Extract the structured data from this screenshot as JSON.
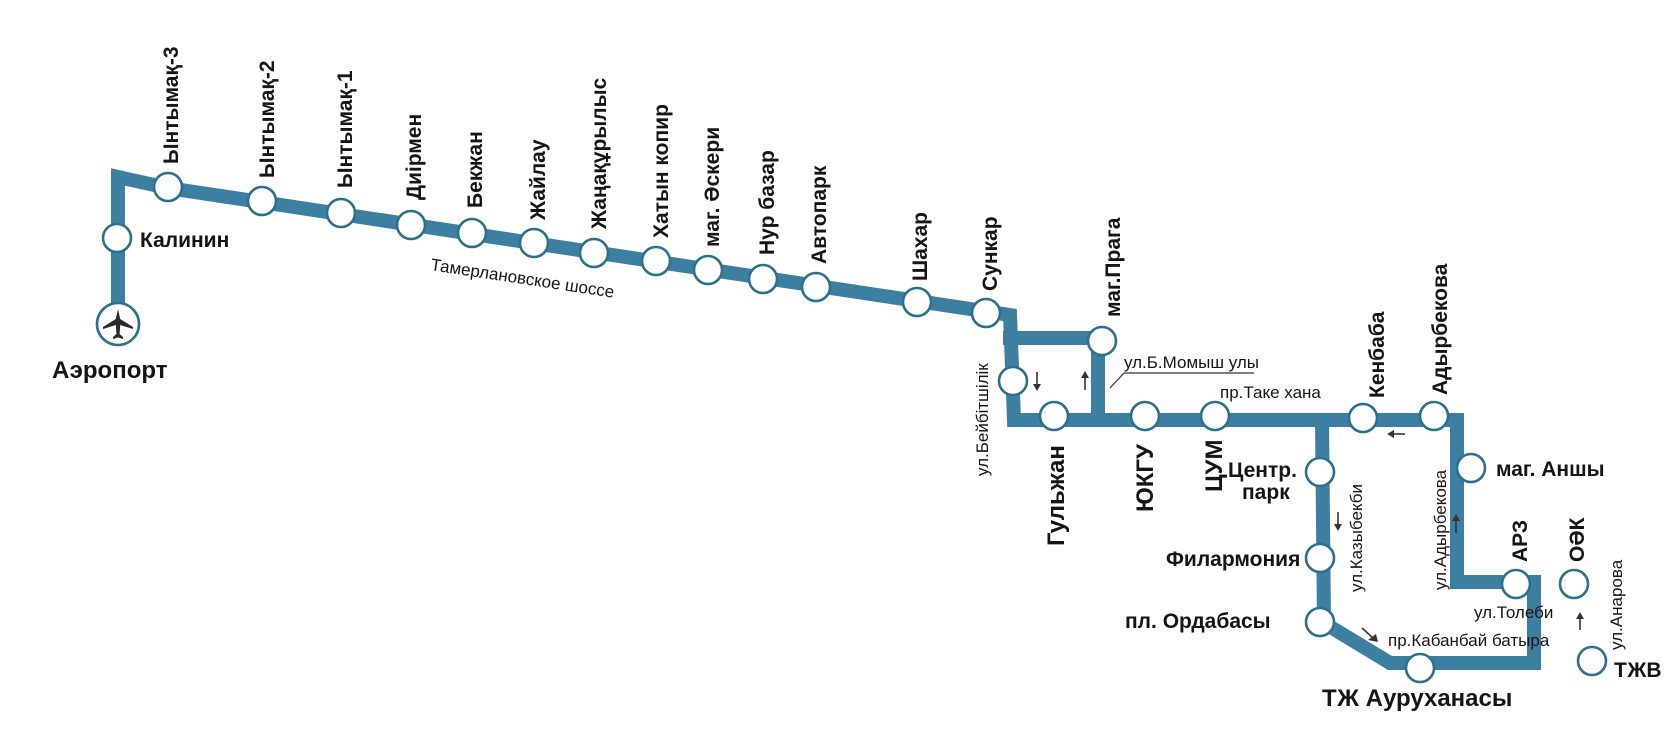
{
  "airport": {
    "label": "Аэропорт",
    "icon": "airplane-icon"
  },
  "stops": [
    {
      "id": "kalinin",
      "label": "Калинин"
    },
    {
      "id": "yntymak-3",
      "label": "Ынтымақ-3"
    },
    {
      "id": "yntymak-2",
      "label": "Ынтымақ-2"
    },
    {
      "id": "yntymak-1",
      "label": "Ынтымақ-1"
    },
    {
      "id": "diirmen",
      "label": "Диірмен"
    },
    {
      "id": "bekzhan",
      "label": "Бекжан"
    },
    {
      "id": "zhailau",
      "label": "Жайлау"
    },
    {
      "id": "zhanakurylys",
      "label": "Жаңақұрылыс"
    },
    {
      "id": "khatyn-kopir",
      "label": "Хатын копир"
    },
    {
      "id": "mag-askeri",
      "label": "маг. Әскери"
    },
    {
      "id": "nur-bazar",
      "label": "Нур базар"
    },
    {
      "id": "avtopark",
      "label": "Автопарк"
    },
    {
      "id": "shakhar",
      "label": "Шахар"
    },
    {
      "id": "sunkar",
      "label": "Сункар"
    },
    {
      "id": "baitiq",
      "label": ""
    },
    {
      "id": "mag-praga",
      "label": "маг.Прага"
    },
    {
      "id": "gulzhan",
      "label": "Гульжан"
    },
    {
      "id": "yukgu",
      "label": "ЮКГУ"
    },
    {
      "id": "tsum",
      "label": "ЦУМ"
    },
    {
      "id": "kenbaba",
      "label": "Кенбаба"
    },
    {
      "id": "adyrbekova",
      "label": "Адырбекова"
    },
    {
      "id": "tsentr-park",
      "label": "Центр.",
      "label2": "парк"
    },
    {
      "id": "filarmoniya",
      "label": "Филармония"
    },
    {
      "id": "ordabasy",
      "label": "пл. Ордабасы"
    },
    {
      "id": "tzh-aurukhanasy",
      "label": "ТЖ Ауруханасы"
    },
    {
      "id": "tzhv",
      "label": "ТЖВ"
    },
    {
      "id": "oek",
      "label": "ОӘК"
    },
    {
      "id": "arz",
      "label": "АРЗ"
    },
    {
      "id": "mag-anshy",
      "label": "маг. Аншы"
    }
  ],
  "streets": [
    {
      "id": "tamerlan",
      "label": "Тамерлановское шоссе"
    },
    {
      "id": "beibitshilik",
      "label": "ул.Бейбітшілік"
    },
    {
      "id": "momysh-uly",
      "label": "ул.Б.Момыш улы"
    },
    {
      "id": "take-khana",
      "label": "пр.Таке хана"
    },
    {
      "id": "kazybekbi",
      "label": "ул.Казыбекби"
    },
    {
      "id": "adyrbekova-st",
      "label": "ул.Адырбекова"
    },
    {
      "id": "tolebi",
      "label": "ул.Толеби"
    },
    {
      "id": "anarova",
      "label": "ул.Анарова"
    },
    {
      "id": "kabanbai",
      "label": "пр.Кабанбай батыра"
    }
  ],
  "colors": {
    "route": "#3d7fa0",
    "stop_stroke": "#2c6f8f",
    "text": "#151515"
  }
}
